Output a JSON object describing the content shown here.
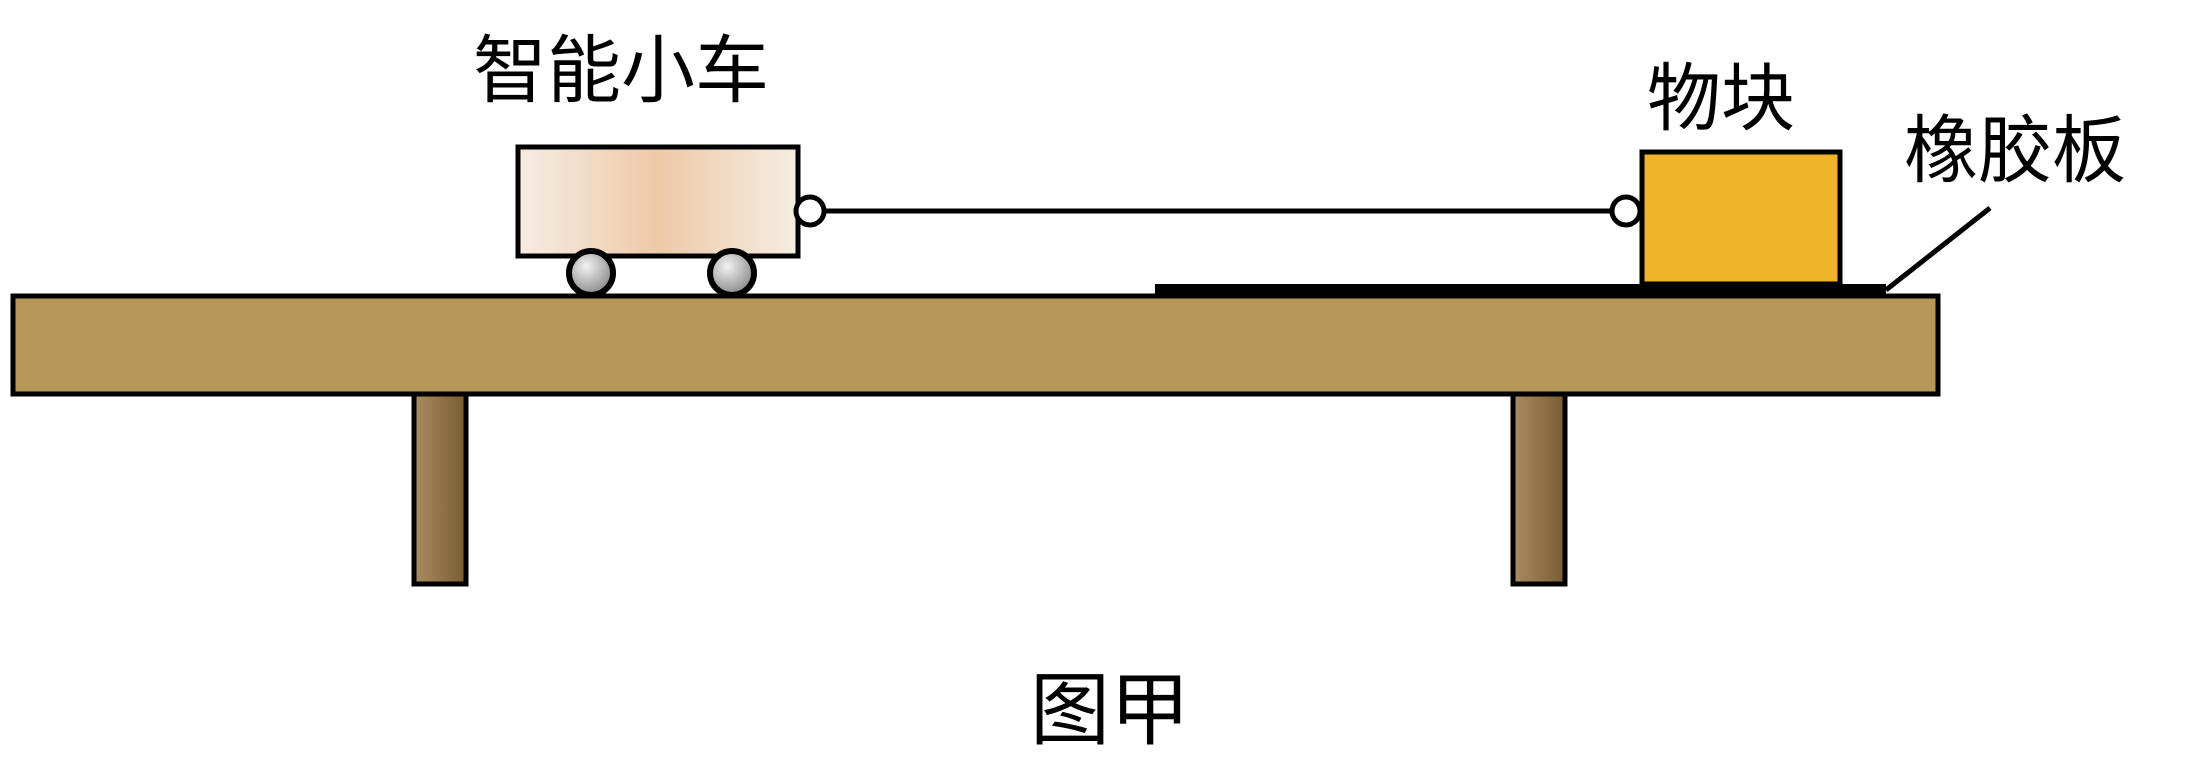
{
  "labels": {
    "car": "智能小车",
    "block": "物块",
    "rubber_board": "橡胶板",
    "caption": "图甲"
  },
  "colors": {
    "table_top": "#b8985a",
    "table_leg_dark": "#7a5c32",
    "table_leg_light": "#a88c62",
    "block_fill": "#f0b42a",
    "car_body_light": "#f5ede2",
    "car_body_mid": "#eec9a8",
    "wheel_light": "#f2f2f2",
    "wheel_dark": "#8c8c8c",
    "outline": "#000000"
  }
}
